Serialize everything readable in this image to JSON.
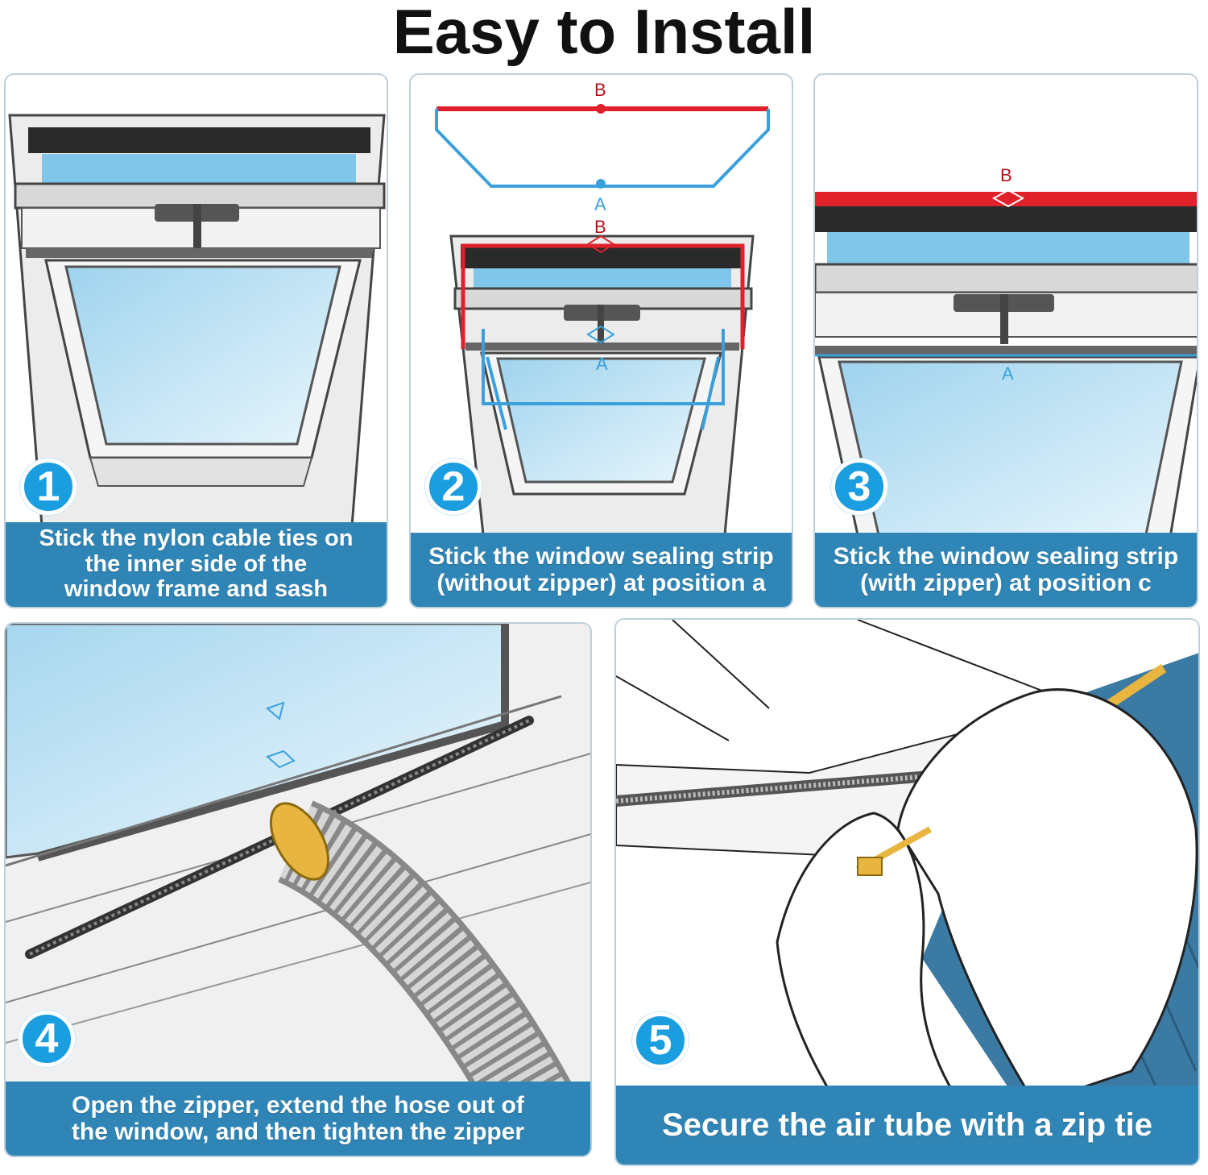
{
  "title": "Easy to Install",
  "colors": {
    "caption_bg": "#2f86b6",
    "badge": "#1a9ee0",
    "strip_red": "#e0212b",
    "strip_blue": "#3aa0dc",
    "glass": "#bfe4f5",
    "hose_tape": "#e8b640"
  },
  "steps": [
    {
      "number": "1",
      "caption": "Stick the nylon cable ties on\nthe inner side of the\nwindow frame and sash"
    },
    {
      "number": "2",
      "caption": "Stick the window sealing strip\n(without zipper) at position a",
      "labels": {
        "top_b": "B",
        "top_a": "A",
        "win_b": "B",
        "win_a": "A"
      }
    },
    {
      "number": "3",
      "caption": "Stick the window sealing strip\n(with zipper) at position c",
      "labels": {
        "b": "B",
        "a": "A"
      }
    },
    {
      "number": "4",
      "caption": "Open the zipper, extend the hose out of\nthe window, and then tighten the zipper"
    },
    {
      "number": "5",
      "caption": "Secure the air tube with a zip tie"
    }
  ]
}
